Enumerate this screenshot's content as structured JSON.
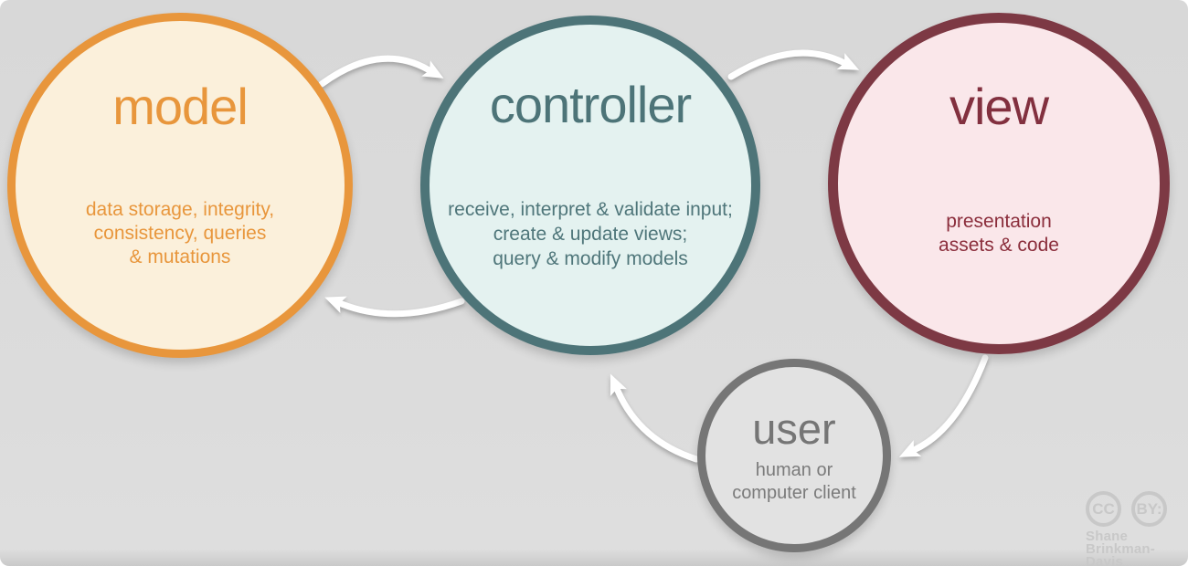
{
  "diagram": {
    "background_color": "#dadada",
    "arrow_color": "#ffffff",
    "circles": {
      "model": {
        "title": "model",
        "lines": [
          "data storage, integrity,",
          "consistency, queries",
          "& mutations"
        ],
        "accent_color": "#e8963c",
        "fill_color": "#fbf0db"
      },
      "controller": {
        "title": "controller",
        "lines": [
          "receive, interpret & validate input;",
          "create & update views;",
          "query & modify models"
        ],
        "accent_color": "#4d7478",
        "fill_color": "#e4f2f0"
      },
      "view": {
        "title": "view",
        "lines": [
          "presentation",
          "assets & code"
        ],
        "accent_color": "#7d3944",
        "fill_color": "#fae7ea"
      },
      "user": {
        "title": "user",
        "lines": [
          "human or",
          "computer client"
        ],
        "accent_color": "#767676",
        "fill_color": "#e2e2e2"
      }
    },
    "arrows": [
      {
        "from": "model",
        "to": "controller"
      },
      {
        "from": "controller",
        "to": "view"
      },
      {
        "from": "controller",
        "to": "model"
      },
      {
        "from": "view",
        "to": "user"
      },
      {
        "from": "user",
        "to": "controller"
      }
    ],
    "attribution": {
      "cc_badge": "CC",
      "by_badge": "BY:",
      "name_line1": "Shane",
      "name_line2": "Brinkman-Davis",
      "color": "#c8c8c8"
    }
  }
}
